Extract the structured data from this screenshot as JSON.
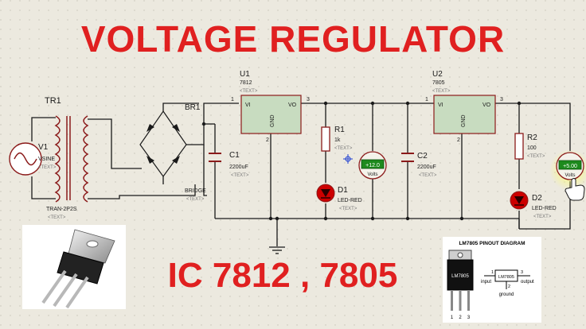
{
  "title": "VOLTAGE REGULATOR",
  "subtitle": "IC 7812 , 7805",
  "schematic": {
    "tr1": {
      "ref": "TR1",
      "value": "TRAN-2P2S",
      "text": "<TEXT>"
    },
    "v1": {
      "ref": "V1",
      "value": "VSINE",
      "text": "<TEXT>"
    },
    "br1": {
      "ref": "BR1",
      "value": "BRIDGE",
      "text": "<TEXT>"
    },
    "c1": {
      "ref": "C1",
      "value": "2200uF",
      "text": "<TEXT>"
    },
    "u1": {
      "ref": "U1",
      "value": "7812",
      "pin_vi": "VI",
      "pin_vo": "VO",
      "pin_gnd": "GND",
      "pin1": "1",
      "pin2": "2",
      "pin3": "3",
      "text": "<TEXT>"
    },
    "r1": {
      "ref": "R1",
      "value": "1k",
      "text": "<TEXT>"
    },
    "d1": {
      "ref": "D1",
      "value": "LED-RED",
      "text": "<TEXT>"
    },
    "vm1": {
      "reading": "+12.0",
      "unit": "Volts"
    },
    "c2": {
      "ref": "C2",
      "value": "2200uF",
      "text": "<TEXT>"
    },
    "u2": {
      "ref": "U2",
      "value": "7805",
      "pin_vi": "VI",
      "pin_vo": "VO",
      "pin_gnd": "GND",
      "pin1": "1",
      "pin2": "2",
      "pin3": "3",
      "text": "<TEXT>"
    },
    "r2": {
      "ref": "R2",
      "value": "100",
      "text": "<TEXT>"
    },
    "d2": {
      "ref": "D2",
      "value": "LED-RED",
      "text": "<TEXT>"
    },
    "vm2": {
      "reading": "+5.00",
      "unit": "Volts"
    }
  },
  "pinout": {
    "title": "LM7805 PINOUT DIAGRAM",
    "chip_label": "LM7805",
    "box_label": "LM7805",
    "input": "input",
    "output": "output",
    "ground": "ground",
    "pin1": "1",
    "pin2": "2",
    "pin3": "3"
  },
  "colors": {
    "title": "#e02020",
    "wire": "#1a1a1a",
    "component": "#8b1a1a",
    "ic_fill": "#c8dcc0",
    "ic_border": "#8b1a1a",
    "meter_display": "#1d8a1d",
    "led": "#cc0000",
    "background": "#ece9df",
    "highlight": "#ffff66"
  }
}
